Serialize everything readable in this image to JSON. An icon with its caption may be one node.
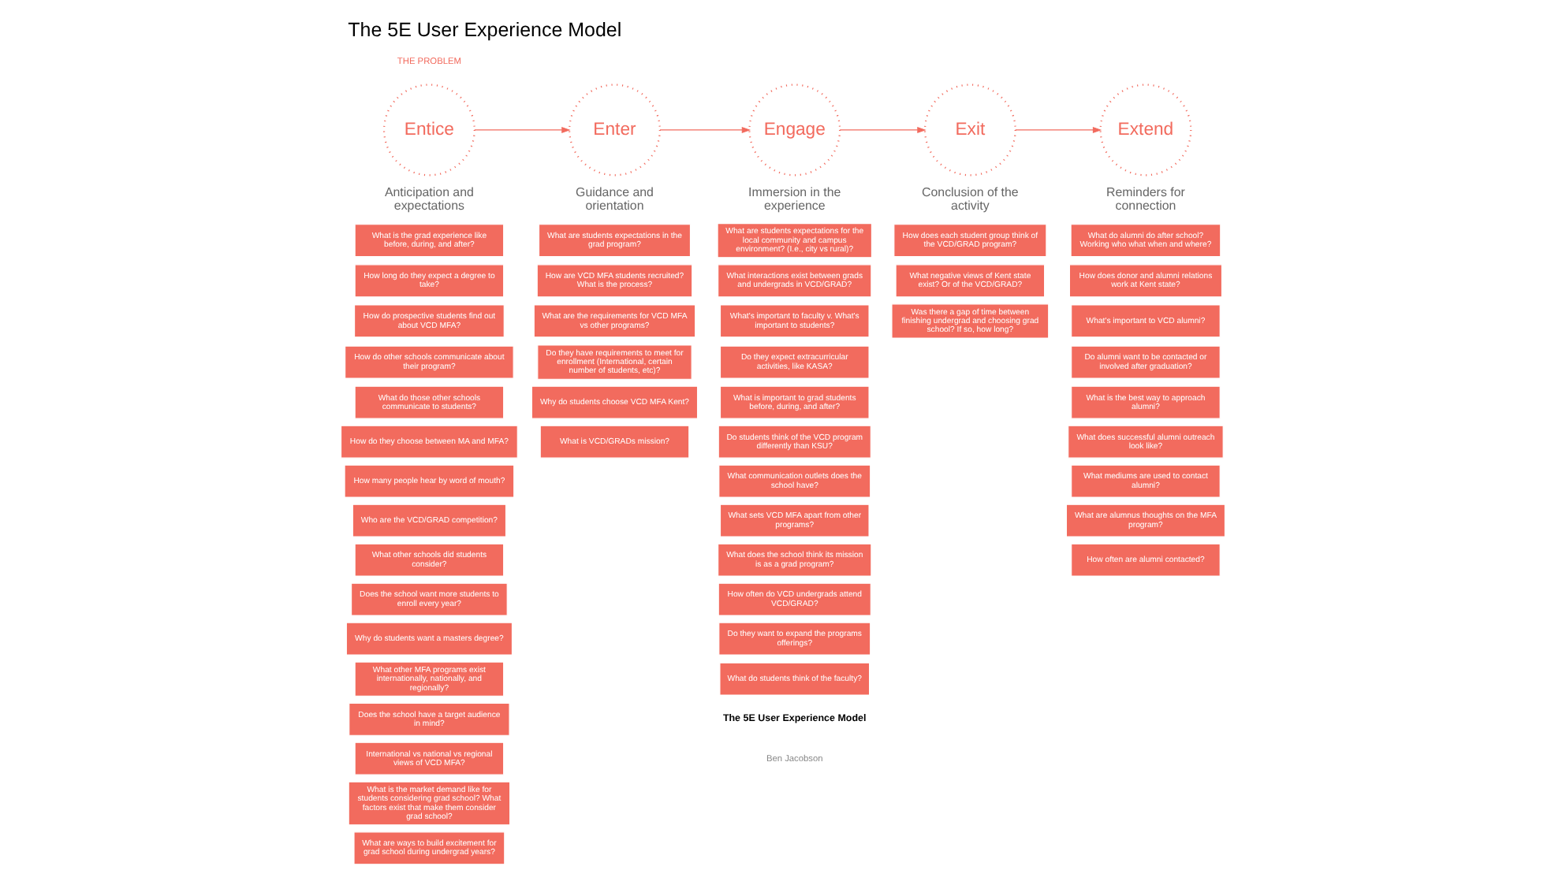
{
  "diagram": {
    "title": "The 5E User Experience Model",
    "nodes": [
      {
        "text": [
          "Entice"
        ],
        "beside": [
          "Anticipation and expectations"
        ]
      },
      {
        "text": [
          "Enter"
        ],
        "beside": [
          "Guidance and orientation"
        ]
      },
      {
        "text": [
          "Engage"
        ],
        "beside": [
          "Immersion in the experience"
        ]
      },
      {
        "text": [
          "Exit"
        ],
        "beside": [
          "Conclusion of the activity"
        ]
      },
      {
        "text": [
          "Extend"
        ],
        "beside": [
          "Reminders for connection"
        ]
      },
      {
        "text": [
          "What is the grad experience like before, during, and after?"
        ]
      },
      {
        "text": [
          "How long do they expect a degree to take?"
        ]
      },
      {
        "text": [
          "How do prospective students find out about VCD MFA?"
        ]
      },
      {
        "text": [
          "How do other schools communicate about their program?"
        ]
      },
      {
        "text": [
          "What do those other schools communicate to students?"
        ]
      },
      {
        "text": [
          "How do they choose between MA and MFA?"
        ]
      },
      {
        "text": [
          "How many people hear by word of mouth?"
        ]
      },
      {
        "text": [
          "Who are the VCD/GRAD competition?"
        ]
      },
      {
        "text": [
          "What other schools did students consider?"
        ]
      },
      {
        "text": [
          "Does the school want more students to enroll every year?"
        ]
      },
      {
        "text": [
          "Why do students want a masters degree?"
        ]
      },
      {
        "text": [
          "What other MFA programs exist internationally, nationally, and regionally?"
        ]
      },
      {
        "text": [
          "Does the school have a target audience in mind?"
        ]
      },
      {
        "text": [
          "International vs national vs regional views of VCD MFA?"
        ]
      },
      {
        "text": [
          "What is the market demand like for students considering grad school? What factors exist that make them consider grad school?"
        ]
      },
      {
        "text": [
          "What are ways to build excitement for grad school during undergrad years?"
        ]
      },
      {
        "text": [
          "What are students expectations in the grad program?"
        ]
      },
      {
        "text": [
          "How are VCD MFA students recruited? What is the process?"
        ]
      },
      {
        "text": [
          "What are the requirements for VCD MFA vs other programs?"
        ]
      },
      {
        "text": [
          "Do they have requirements to meet for enrollment (International, certain number of students, etc)?"
        ]
      },
      {
        "text": [
          "Why do students choose VCD MFA Kent?"
        ]
      },
      {
        "text": [
          "What is VCD/GRADs mission?"
        ]
      },
      {
        "text": [
          "What are students expectations for the local community and campus environment? (I.e., city vs rural)?"
        ]
      },
      {
        "text": [
          "What interactions exist between grads and undergrads in VCD/GRAD?"
        ]
      },
      {
        "text": [
          "What's important to faculty v. What's important to students?"
        ]
      },
      {
        "text": [
          "Do they expect extracurricular activities, like KASA?"
        ]
      },
      {
        "text": [
          "What is important to grad students before, during, and after?"
        ]
      },
      {
        "text": [
          "Do students think of the VCD program differently than KSU?"
        ]
      },
      {
        "text": [
          "What communication outlets does the school have?"
        ]
      },
      {
        "text": [
          "What sets VCD MFA apart from other programs?"
        ]
      },
      {
        "text": [
          "What does the school think its mission is as a grad program?"
        ]
      },
      {
        "text": [
          "How often do VCD undergrads attend VCD/GRAD?"
        ]
      },
      {
        "text": [
          "Do they want to expand the programs offerings?"
        ]
      },
      {
        "text": [
          "What do students think of the faculty?"
        ]
      },
      {
        "text": [
          "How does each student group think of the VCD/GRAD program?"
        ]
      },
      {
        "text": [
          "What negative views of Kent state exist? Or of the VCD/GRAD?"
        ]
      },
      {
        "text": [
          "Was there a gap of time between finishing undergrad and choosing grad school? If so, how long?"
        ]
      },
      {
        "text": [
          "What do alumni do after school? Working who what when and where?"
        ]
      },
      {
        "text": [
          "How does donor and alumni relations work at Kent state?"
        ]
      },
      {
        "text": [
          "What's important to VCD alumni?"
        ]
      },
      {
        "text": [
          "Do alumni want to be contacted or involved after graduation?"
        ]
      },
      {
        "text": [
          "What is the best way to approach alumni?"
        ]
      },
      {
        "text": [
          "What does successful alumni outreach look like?"
        ]
      },
      {
        "text": [
          "What mediums are used to contact alumni?"
        ]
      },
      {
        "text": [
          "What are alumnus thoughts on the MFA program?"
        ]
      },
      {
        "text": [
          "How often are alumni contacted?"
        ]
      }
    ],
    "edges": [
      {
        "from": 0,
        "to": 1,
        "arrow": "to"
      },
      {
        "from": 1,
        "to": 2,
        "arrow": "to"
      },
      {
        "from": 2,
        "to": 3,
        "arrow": "to"
      },
      {
        "from": 3,
        "to": 4,
        "arrow": "to"
      }
    ],
    "labels": [
      "THE PROBLEM",
      "The 5E User Experience Model",
      "Ben Jacobson"
    ]
  }
}
